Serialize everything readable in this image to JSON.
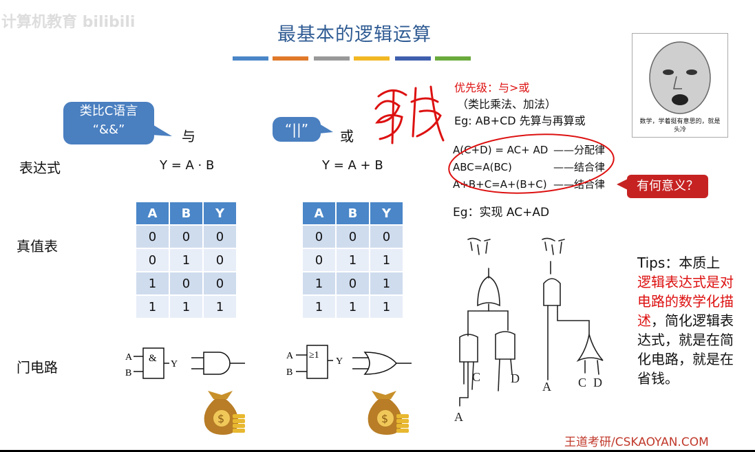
{
  "watermark": "计算机教育 bilibili",
  "title": "最基本的逻辑运算",
  "stripe_colors": [
    "#4a86c8",
    "#e0792a",
    "#999999",
    "#f2b824",
    "#3f5fae",
    "#6aaa3c"
  ],
  "callouts": {
    "and": "类比C语言\n“&&”",
    "or": "“||”"
  },
  "ops": {
    "and": "与",
    "or": "或"
  },
  "rows": {
    "expression": "表达式",
    "truth_table": "真值表",
    "gate": "门电路"
  },
  "expressions": {
    "and": "Y = A · B",
    "or": "Y = A + B"
  },
  "tables": {
    "headers": [
      "A",
      "B",
      "Y"
    ],
    "and": [
      [
        "0",
        "0",
        "0"
      ],
      [
        "0",
        "1",
        "0"
      ],
      [
        "1",
        "0",
        "0"
      ],
      [
        "1",
        "1",
        "1"
      ]
    ],
    "or": [
      [
        "0",
        "0",
        "0"
      ],
      [
        "0",
        "1",
        "1"
      ],
      [
        "1",
        "0",
        "1"
      ],
      [
        "1",
        "1",
        "1"
      ]
    ]
  },
  "gates": {
    "and_symbol": "&",
    "or_symbol": "≥1",
    "in_a": "A",
    "in_b": "B",
    "out": "Y"
  },
  "priority": {
    "line1": "优先级：与>或",
    "line2": "（类比乘法、加法）",
    "line3": "Eg: AB+CD  先算与再算或"
  },
  "laws": [
    {
      "expr": "A(C+D) = AC+ AD",
      "name": "——分配律"
    },
    {
      "expr": "ABC=A(BC)",
      "name": "——结合律"
    },
    {
      "expr": "A+B+C=A+(B+C)",
      "name": "——结合律"
    }
  ],
  "meaning_badge": "有何意义？",
  "eg2": "Eg：实现 AC+AD",
  "meme_caption": "数学，学着挺有意思的，就是头冷",
  "tips": {
    "lead": "Tips：本质上",
    "red": "逻辑表达式是对电路的数学化描述",
    "rest": "，简化逻辑表达式，就是在简化电路，就是在省钱。"
  },
  "footer": "王道考研/CSKAOYAN.COM"
}
